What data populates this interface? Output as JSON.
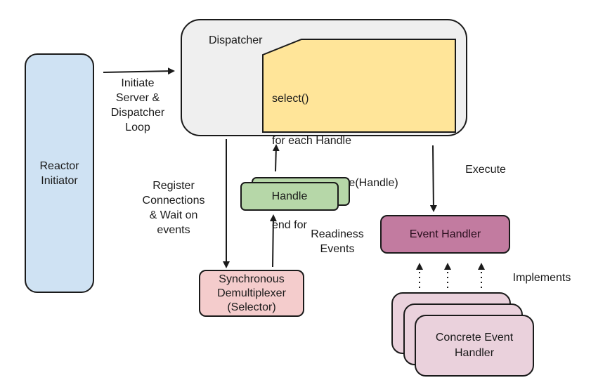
{
  "diagram": {
    "title": "Reactor Pattern",
    "colors": {
      "reactor_initiator": "#cfe2f3",
      "dispatcher": "#efefef",
      "code_note": "#ffe599",
      "handle": "#b6d7a8",
      "demultiplexer": "#f4cccc",
      "event_handler": "#c27ba0",
      "concrete_handler": "#ead1dc",
      "stroke": "#1a1a1a"
    },
    "nodes": {
      "reactor_initiator": "Reactor\nInitiator",
      "dispatcher": "Dispatcher",
      "dispatcher_code": [
        "select()",
        "for each Handle",
        "   handler.handle(Handle)",
        "end for"
      ],
      "handle": "Handle",
      "demultiplexer": "Synchronous\nDemultiplexer\n(Selector)",
      "event_handler": "Event Handler",
      "concrete_event_handler": "Concrete Event\nHandler"
    },
    "edges": {
      "initiate": "Initiate\nServer &\nDispatcher\nLoop",
      "register": "Register\nConnections\n& Wait on\nevents",
      "readiness": "Readiness\nEvents",
      "execute": "Execute",
      "implements": "Implements"
    }
  }
}
